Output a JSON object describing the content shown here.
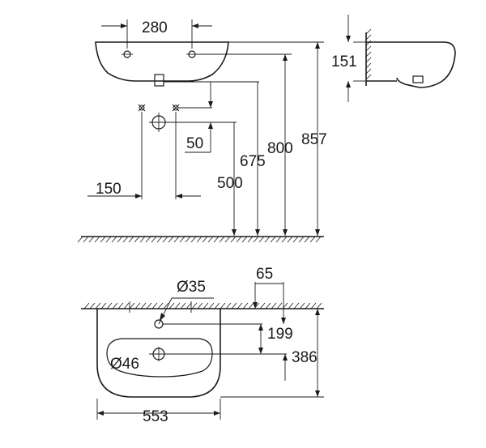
{
  "dimensions": {
    "tap_hole_spacing": "280",
    "wall_depth": "151",
    "drain_offset": "50",
    "waste_height": "500",
    "supply_spacing": "150",
    "supply_height": "675",
    "rim_height": "800",
    "overall_height": "857",
    "tap_hole_diameter": "Ø35",
    "back_offset": "65",
    "tap_hole_depth": "199",
    "overall_depth": "386",
    "waste_diameter": "Ø46",
    "overall_width": "553"
  }
}
